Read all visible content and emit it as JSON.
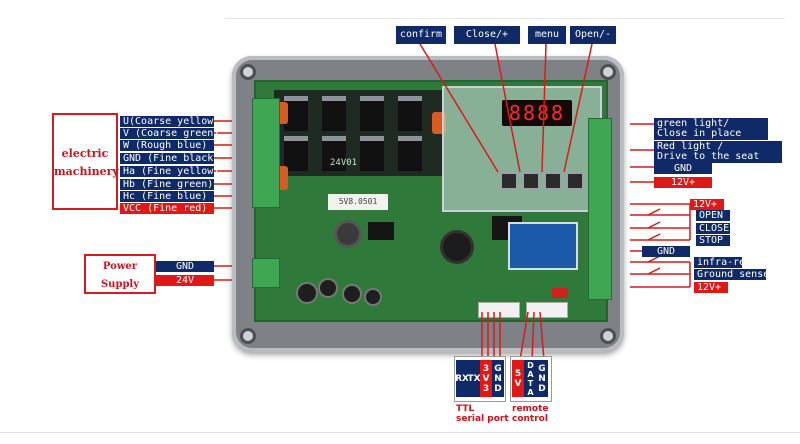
{
  "top_buttons": [
    "confirm",
    "Close/+",
    "menu",
    "Open/-"
  ],
  "display_digits": "8888",
  "board_markings": [
    "24V01",
    "5V8.0501"
  ],
  "motor": {
    "title_line1": "electric",
    "title_line2": "machinery",
    "wires": [
      "U(Coarse yellow",
      "V (Coarse green)",
      "W (Rough blue)",
      "GND (Fine black",
      "Ha (Fine yellow)",
      "Hb (Fine green)",
      "Hc (Fine blue)",
      "VCC (Fine red)"
    ]
  },
  "power": {
    "title_line1": "Power",
    "title_line2": "Supply",
    "gnd": "GND",
    "v24": "24V"
  },
  "right_top": {
    "green_light_1": "green light/",
    "green_light_2": "Close in place",
    "red_light_1": "Red light /",
    "red_light_2": "Drive to the seat",
    "gnd": "GND",
    "v12": "12V+"
  },
  "right_mid": {
    "v12": "12V+",
    "open": "OPEN",
    "close": "CLOSE",
    "stop": "STOP",
    "gnd": "GND",
    "infra": "infra-re",
    "ground_sense": "Ground sense",
    "v12b": "12V+"
  },
  "ttl": {
    "rx": "RX",
    "tx": "TX",
    "v33": "3V3",
    "gnd": "GND",
    "caption1": "TTL",
    "caption2": "serial port"
  },
  "remote": {
    "v5": "5V",
    "data": "DATA",
    "gnd": "GND",
    "caption1": "remote",
    "caption2": "control"
  }
}
